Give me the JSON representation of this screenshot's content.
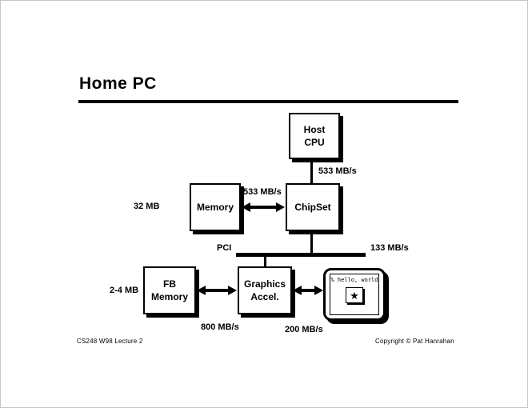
{
  "slide": {
    "title": "Home PC",
    "footer_left": "CS248 W98 Lecture 2",
    "footer_right": "Copyright © Pat Hanrahan"
  },
  "nodes": {
    "host_cpu": {
      "line1": "Host",
      "line2": "CPU"
    },
    "memory": {
      "line1": "Memory"
    },
    "chipset": {
      "line1": "ChipSet"
    },
    "fb_memory": {
      "line1": "FB",
      "line2": "Memory"
    },
    "graphics_accel": {
      "line1": "Graphics",
      "line2": "Accel."
    }
  },
  "labels": {
    "cpu_bw": "533 MB/s",
    "mem_bw": "533 MB/s",
    "mem_size": "32 MB",
    "bus": "PCI",
    "bus_bw": "133 MB/s",
    "fb_size": "2-4 MB",
    "fb_bw": "800 MB/s",
    "display_bw": "200 MB/s"
  },
  "monitor": {
    "screen_text": "% hello, world",
    "star_glyph": "★"
  },
  "colors": {
    "ink": "#000000",
    "background": "#ffffff"
  }
}
